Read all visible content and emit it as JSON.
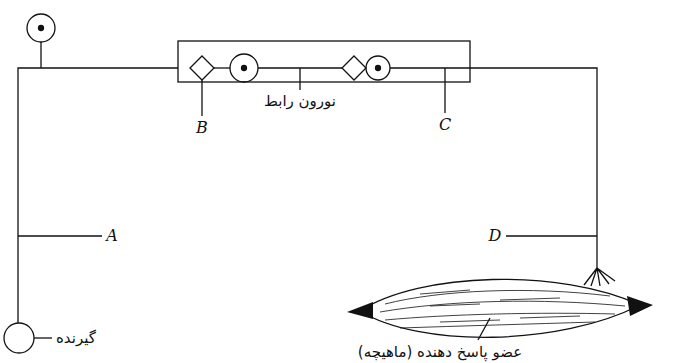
{
  "diagram": {
    "labels": [
      "نورون رابط",
      "B",
      "C",
      "A",
      "D",
      "گیرنده",
      "عضو پاسخ دهنده (ماهیچه)"
    ]
  }
}
